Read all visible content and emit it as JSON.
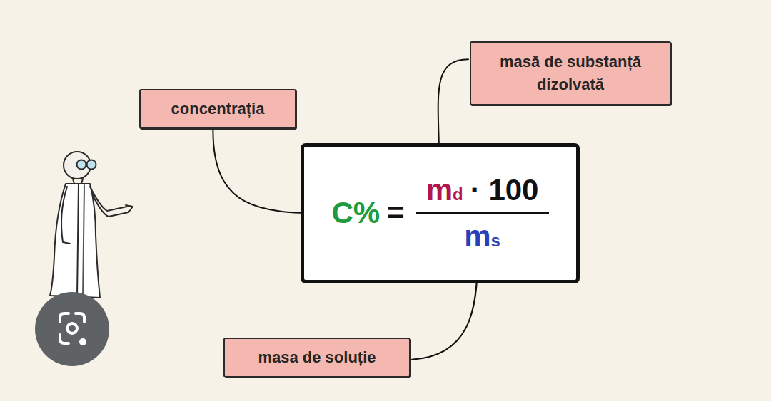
{
  "diagram": {
    "nodes": [
      {
        "text": [
          "masă de substanță dizolvată"
        ]
      },
      {
        "text": [
          "concentrația"
        ]
      },
      {
        "text": [
          "C%",
          "=",
          "m",
          "d",
          "· 100",
          "m",
          "s"
        ]
      },
      {
        "text": [
          "masa de soluție"
        ]
      }
    ],
    "edges": [
      {
        "from": 1,
        "to": 2,
        "arrow": "to"
      },
      {
        "from": 0,
        "to": 2,
        "arrow": "to"
      },
      {
        "from": 3,
        "to": 2,
        "arrow": "to"
      }
    ]
  }
}
